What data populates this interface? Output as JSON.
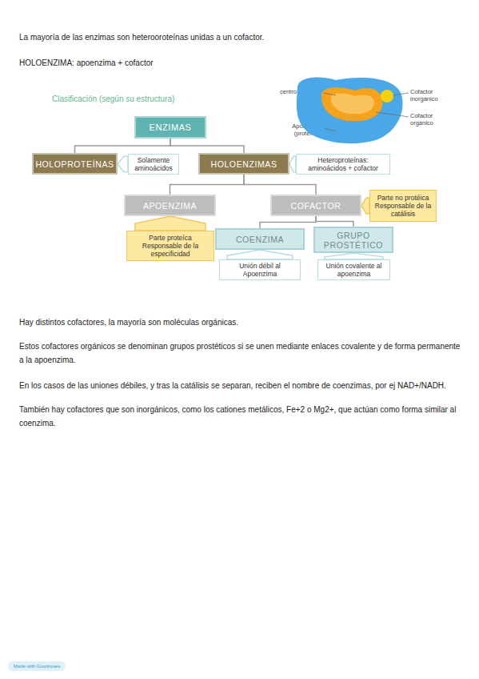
{
  "diagram": {
    "title": "Clasificación (según su estructura)",
    "nodes": [
      {
        "text": [
          "ENZIMAS"
        ]
      },
      {
        "text": [
          "HOLOPROTEÍNAS"
        ]
      },
      {
        "text": [
          "Solamente aminoácidos"
        ]
      },
      {
        "text": [
          "HOLOENZIMAS"
        ]
      },
      {
        "text": [
          "Heteroproteínas: aminoácidos + cofactor"
        ]
      },
      {
        "text": [
          "APOENZIMA"
        ]
      },
      {
        "text": [
          "COFACTOR"
        ]
      },
      {
        "text": [
          "Parte no protéica Responsable de la catálisis"
        ]
      },
      {
        "text": [
          "Parte proteíca Responsable de la especificidad"
        ]
      },
      {
        "text": [
          "COENZIMA"
        ]
      },
      {
        "text": [
          "GRUPO PROSTÉTICO"
        ]
      },
      {
        "text": [
          "Unión débil al Apoenzima"
        ]
      },
      {
        "text": [
          "Unión covalente al apoenzima"
        ]
      }
    ],
    "edges": [
      {
        "from": 0,
        "to": 1,
        "arrow": "none"
      },
      {
        "from": 0,
        "to": 3,
        "arrow": "none"
      },
      {
        "from": 2,
        "to": 1,
        "arrow": "to"
      },
      {
        "from": 4,
        "to": 3,
        "arrow": "to"
      },
      {
        "from": 3,
        "to": 5,
        "arrow": "none"
      },
      {
        "from": 3,
        "to": 6,
        "arrow": "none"
      },
      {
        "from": 7,
        "to": 6,
        "arrow": "to"
      },
      {
        "from": 8,
        "to": 5,
        "arrow": "to"
      },
      {
        "from": 6,
        "to": 9,
        "arrow": "none"
      },
      {
        "from": 6,
        "to": 10,
        "arrow": "none"
      },
      {
        "from": 11,
        "to": 9,
        "arrow": "to"
      },
      {
        "from": 12,
        "to": 10,
        "arrow": "to"
      }
    ],
    "labels": [
      "La mayoría de las enzimas son heterooroteínas unidas a un cofactor.",
      "HOLOENZIMA: apoenzima + cofactor",
      "centro activo",
      "Cofactor inorgánico",
      "Cofactor orgánico",
      "Apoenzima (proteína)",
      "Hay distintos cofactores, la mayoría son moléculas orgánicas.",
      "Estos cofactores orgánicos se denominan grupos prostéticos si se unen mediante enlaces covalente y de forma permanente a la apoenzima.",
      "En los casos de las uniones débiles, y tras la catálisis se separan, reciben el nombre de coenzimas, por ej NAD+/NADH.",
      "También hay cofactores que son inorgánicos, como los cationes metálicos, Fe+2 o Mg2+, que actúan como forma similar al coenzima.",
      "Made with Goodnotes"
    ]
  }
}
